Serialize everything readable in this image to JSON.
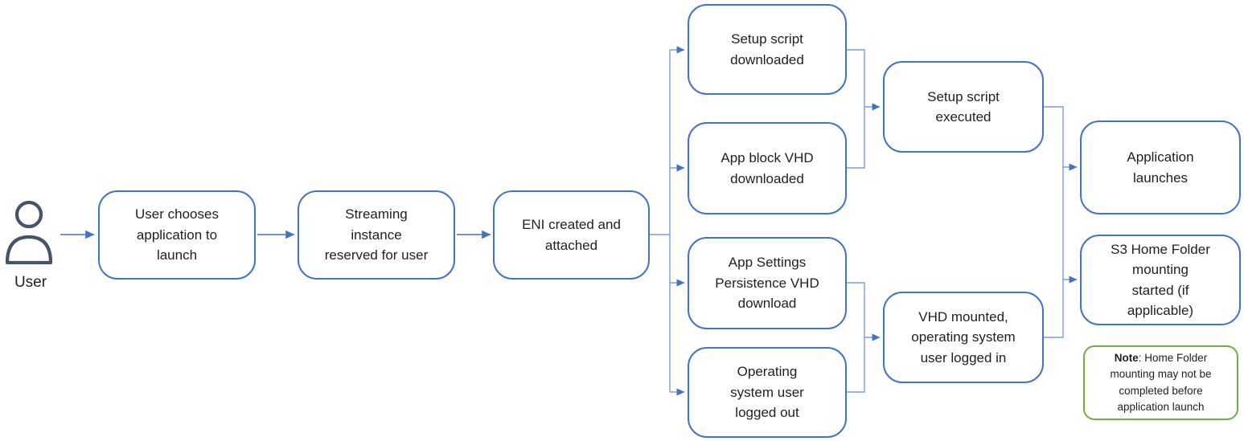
{
  "colors": {
    "box_border": "#4472C4",
    "connector": "#4472C4",
    "connector_light": "#7F9CD7",
    "note_border": "#70AD47",
    "text": "#1F1F1F",
    "user_icon": "#44546A",
    "background": "#FFFFFF"
  },
  "user": {
    "label": "User",
    "icon": "person-icon"
  },
  "nodes": {
    "choose_app": {
      "label": "User chooses application to launch"
    },
    "streaming_instance": {
      "label": "Streaming instance reserved for user"
    },
    "eni": {
      "label": "ENI created and attached"
    },
    "setup_script_downloaded": {
      "label": "Setup script downloaded"
    },
    "app_block_vhd": {
      "label": "App block VHD downloaded"
    },
    "app_settings_vhd": {
      "label": "App Settings Persistence VHD download"
    },
    "os_user_logged_out": {
      "label": "Operating system user logged out"
    },
    "setup_script_executed": {
      "label": "Setup script executed"
    },
    "vhd_mounted": {
      "label": "VHD mounted, operating system user logged in"
    },
    "application_launches": {
      "label": "Application launches"
    },
    "s3_home_folder": {
      "label": "S3 Home Folder mounting started (if applicable)",
      "lines": [
        "S3 Home Folder",
        "mounting",
        "started (if",
        "applicable)"
      ]
    },
    "note": {
      "bold": "Note",
      "rest": ": Home Folder mounting may not be completed before application launch"
    }
  }
}
